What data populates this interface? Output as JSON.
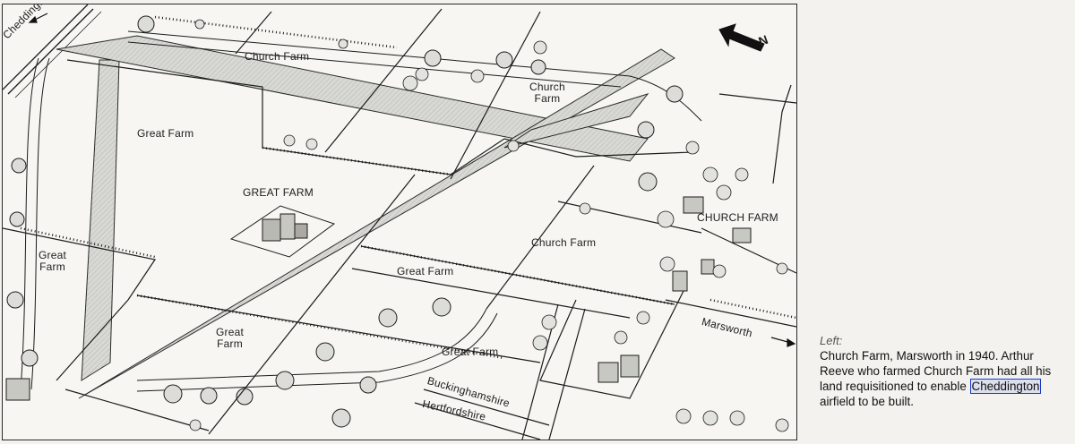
{
  "map": {
    "labels": {
      "cheddington_top": "Cheddington",
      "church_farm_top": "Church Farm",
      "church_farm_upper": "Church\nFarm",
      "great_farm_upper": "Great Farm",
      "great_farm_caps": "GREAT FARM",
      "church_farm_caps": "CHURCH FARM",
      "church_farm_middle": "Church Farm",
      "great_farm_left": "Great\nFarm",
      "great_farm_road": "Great Farm",
      "great_farm_lower": "Great\nFarm",
      "great_farm_bottom": "Great Farm",
      "marsworth": "Marsworth",
      "buckinghamshire": "Buckinghamshire",
      "hertfordshire": "Hertfordshire",
      "north_marker": "N"
    },
    "colors": {
      "ink": "#1c1c1c",
      "runway_fill": "#d6d6d2",
      "paper": "#f7f6f2"
    }
  },
  "caption": {
    "left_label": "Left:",
    "line_before": "Church Farm, Marsworth in 1940. Arthur Reeve who farmed Church Farm had all his land requisitioned to enable",
    "highlight": "Cheddington",
    "line_after": "airfield to be built."
  }
}
